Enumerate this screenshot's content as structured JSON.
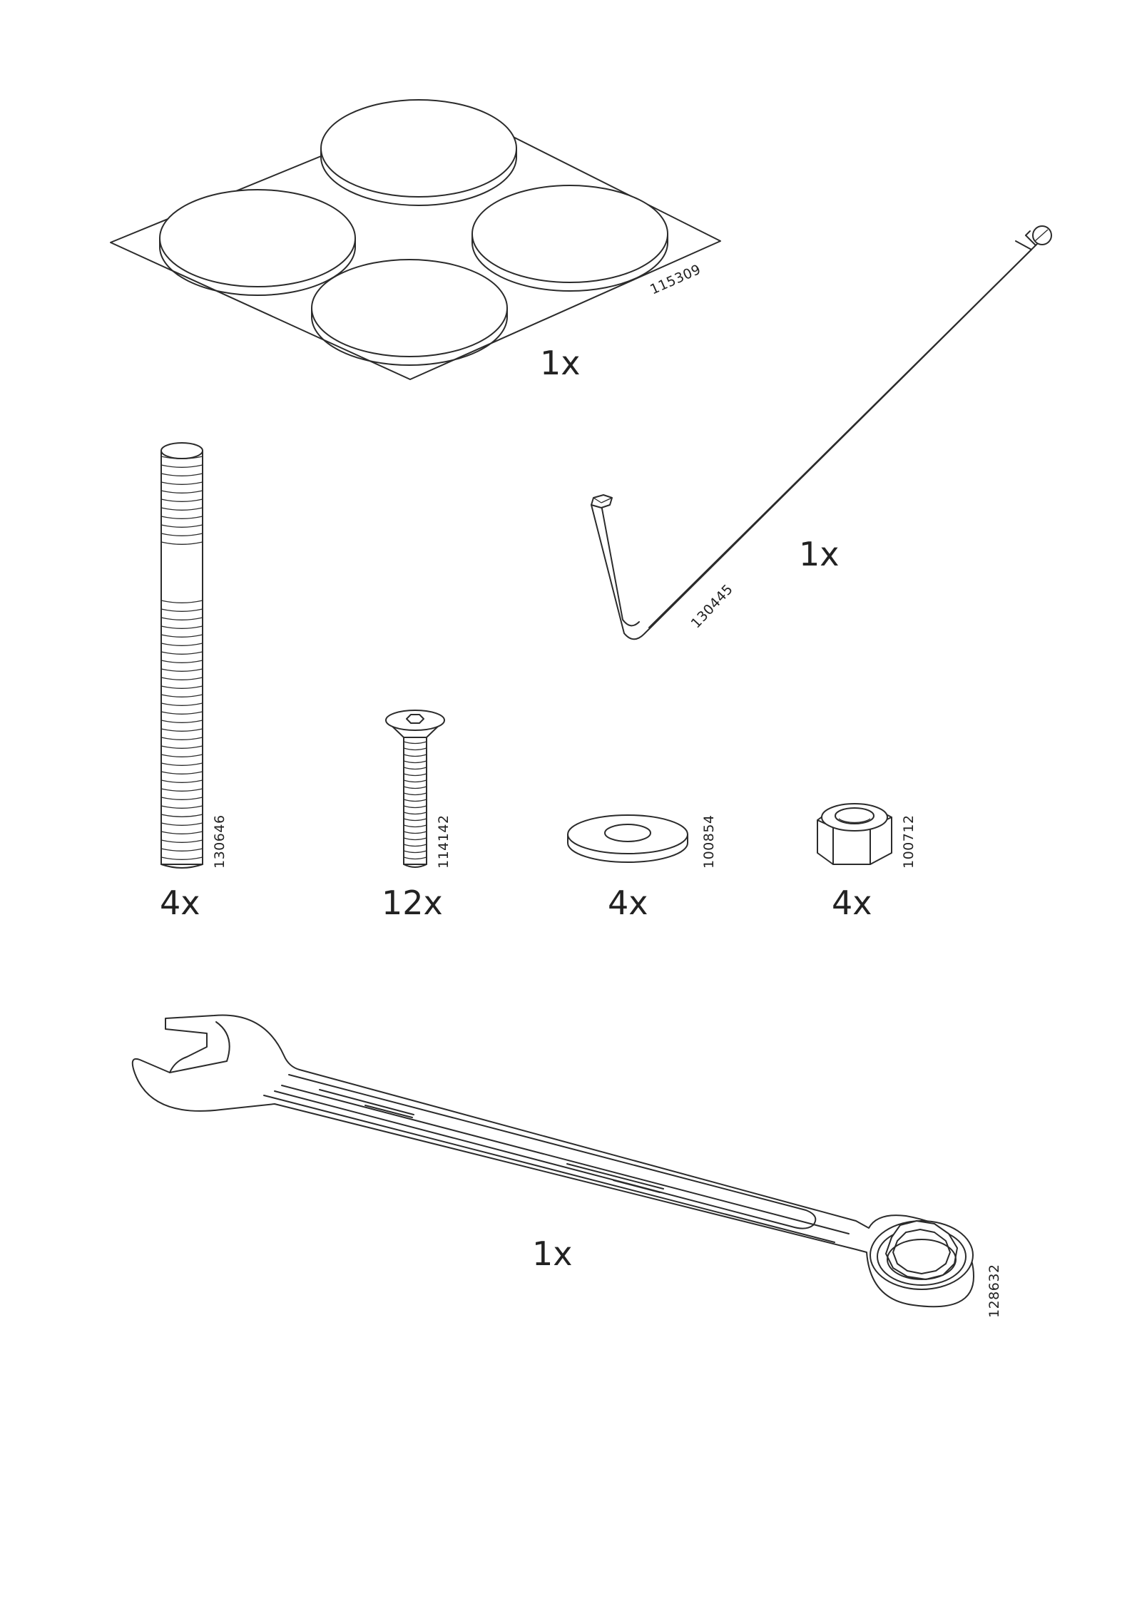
{
  "parts": [
    {
      "id": "felt-pads",
      "part_number": "115309",
      "quantity": "1x"
    },
    {
      "id": "allen-key",
      "part_number": "130445",
      "quantity": "1x"
    },
    {
      "id": "threaded-rod",
      "part_number": "130646",
      "quantity": "4x"
    },
    {
      "id": "countersunk-screw",
      "part_number": "114142",
      "quantity": "12x"
    },
    {
      "id": "washer",
      "part_number": "100854",
      "quantity": "4x"
    },
    {
      "id": "hex-nut",
      "part_number": "100712",
      "quantity": "4x"
    },
    {
      "id": "combination-wrench",
      "part_number": "128632",
      "quantity": "1x"
    }
  ]
}
